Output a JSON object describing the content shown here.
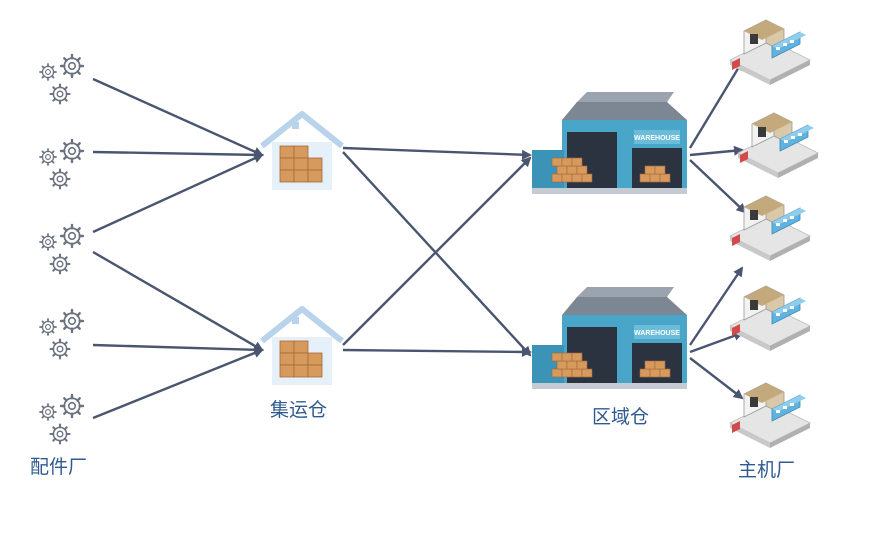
{
  "labels": {
    "parts_factory": "配件厂",
    "consolidation_warehouse": "集运仓",
    "regional_warehouse": "区域仓",
    "oem_plant": "主机厂"
  },
  "warehouse_sign": "WAREHOUSE",
  "colors": {
    "arrow": "#4a5670",
    "label": "#2f5a8e",
    "gear": "#6b7380",
    "box": "#d69a5c",
    "warehouse_body": "#4aa6c8",
    "warehouse_roof": "#7d8794"
  }
}
